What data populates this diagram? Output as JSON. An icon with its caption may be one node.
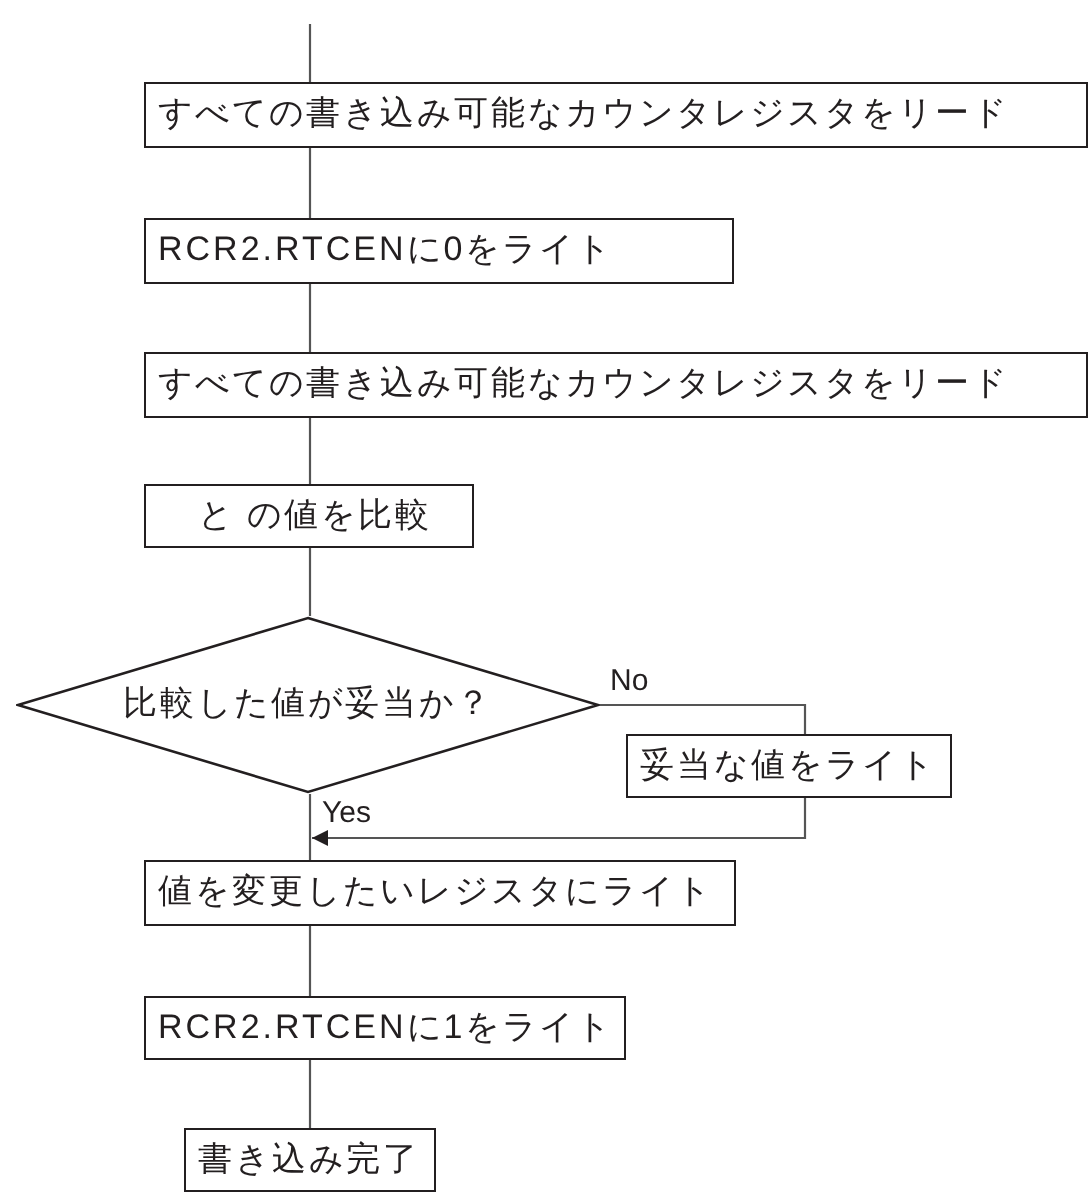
{
  "diagram": {
    "nodes": [
      {
        "text": [
          "すべての書き込み可能なカウンタレジスタをリード"
        ]
      },
      {
        "text": [
          "RCR2.RTCENに0をライト"
        ]
      },
      {
        "text": [
          "すべての書き込み可能なカウンタレジスタをリード"
        ]
      },
      {
        "text": [
          "と の値を比較"
        ]
      },
      {
        "text": [
          "比較した値が妥当か？"
        ]
      },
      {
        "text": [
          "妥当な値をライト"
        ]
      },
      {
        "text": [
          "値を変更したいレジスタにライト"
        ]
      },
      {
        "text": [
          "RCR2.RTCENに1をライト"
        ]
      },
      {
        "text": [
          "書き込み完了"
        ]
      }
    ],
    "edges": [
      {
        "from": null,
        "to": 0,
        "arrow": "none"
      },
      {
        "from": 0,
        "to": 1,
        "arrow": "none"
      },
      {
        "from": 1,
        "to": 2,
        "arrow": "none"
      },
      {
        "from": 2,
        "to": 3,
        "arrow": "none"
      },
      {
        "from": 3,
        "to": 4,
        "arrow": "none"
      },
      {
        "from": 4,
        "to": 5,
        "arrow": "none",
        "label": "No"
      },
      {
        "from": 5,
        "to": 6,
        "arrow": "to"
      },
      {
        "from": 4,
        "to": 6,
        "arrow": "none",
        "label": "Yes"
      },
      {
        "from": 6,
        "to": 7,
        "arrow": "none"
      },
      {
        "from": 7,
        "to": 8,
        "arrow": "none"
      }
    ]
  }
}
